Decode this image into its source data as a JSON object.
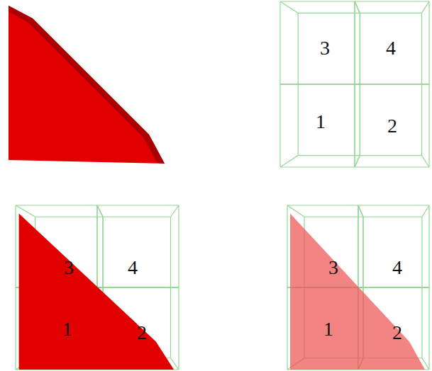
{
  "diagram": {
    "labels": [
      "3",
      "4",
      "1",
      "2",
      "3",
      "4",
      "1",
      "2",
      "3",
      "4",
      "1",
      "2"
    ]
  }
}
